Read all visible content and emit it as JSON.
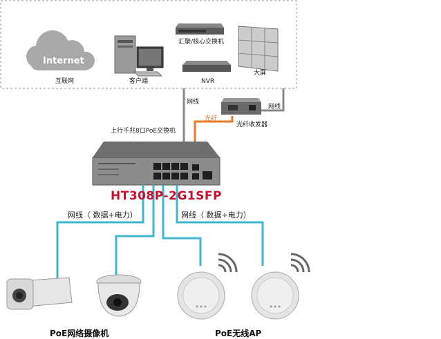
{
  "top_group": {
    "internet_text": "Internet",
    "internet_label": "互联网",
    "client_label": "客户端",
    "core_switch_label": "汇聚/核心交换机",
    "nvr_label": "NVR",
    "screen_label": "大屏"
  },
  "links": {
    "uplink_cable": "网线",
    "fiber": "光纤",
    "converter_cable": "网线",
    "left_cable": "网线（ 数据+电力）",
    "right_cable": "网线（ 数据+电力）"
  },
  "devices": {
    "converter_label": "光纤收发器",
    "switch_label": "上行千兆8口PoE交换机",
    "switch_model": "HT308P-2G1SFP",
    "cameras_label": "PoE网络摄像机",
    "ap_label": "PoE无线AP"
  },
  "colors": {
    "cable": "#3db6cf",
    "fiber": "#e87a2a",
    "gray_line": "#888888",
    "model_text": "#c8102e"
  }
}
